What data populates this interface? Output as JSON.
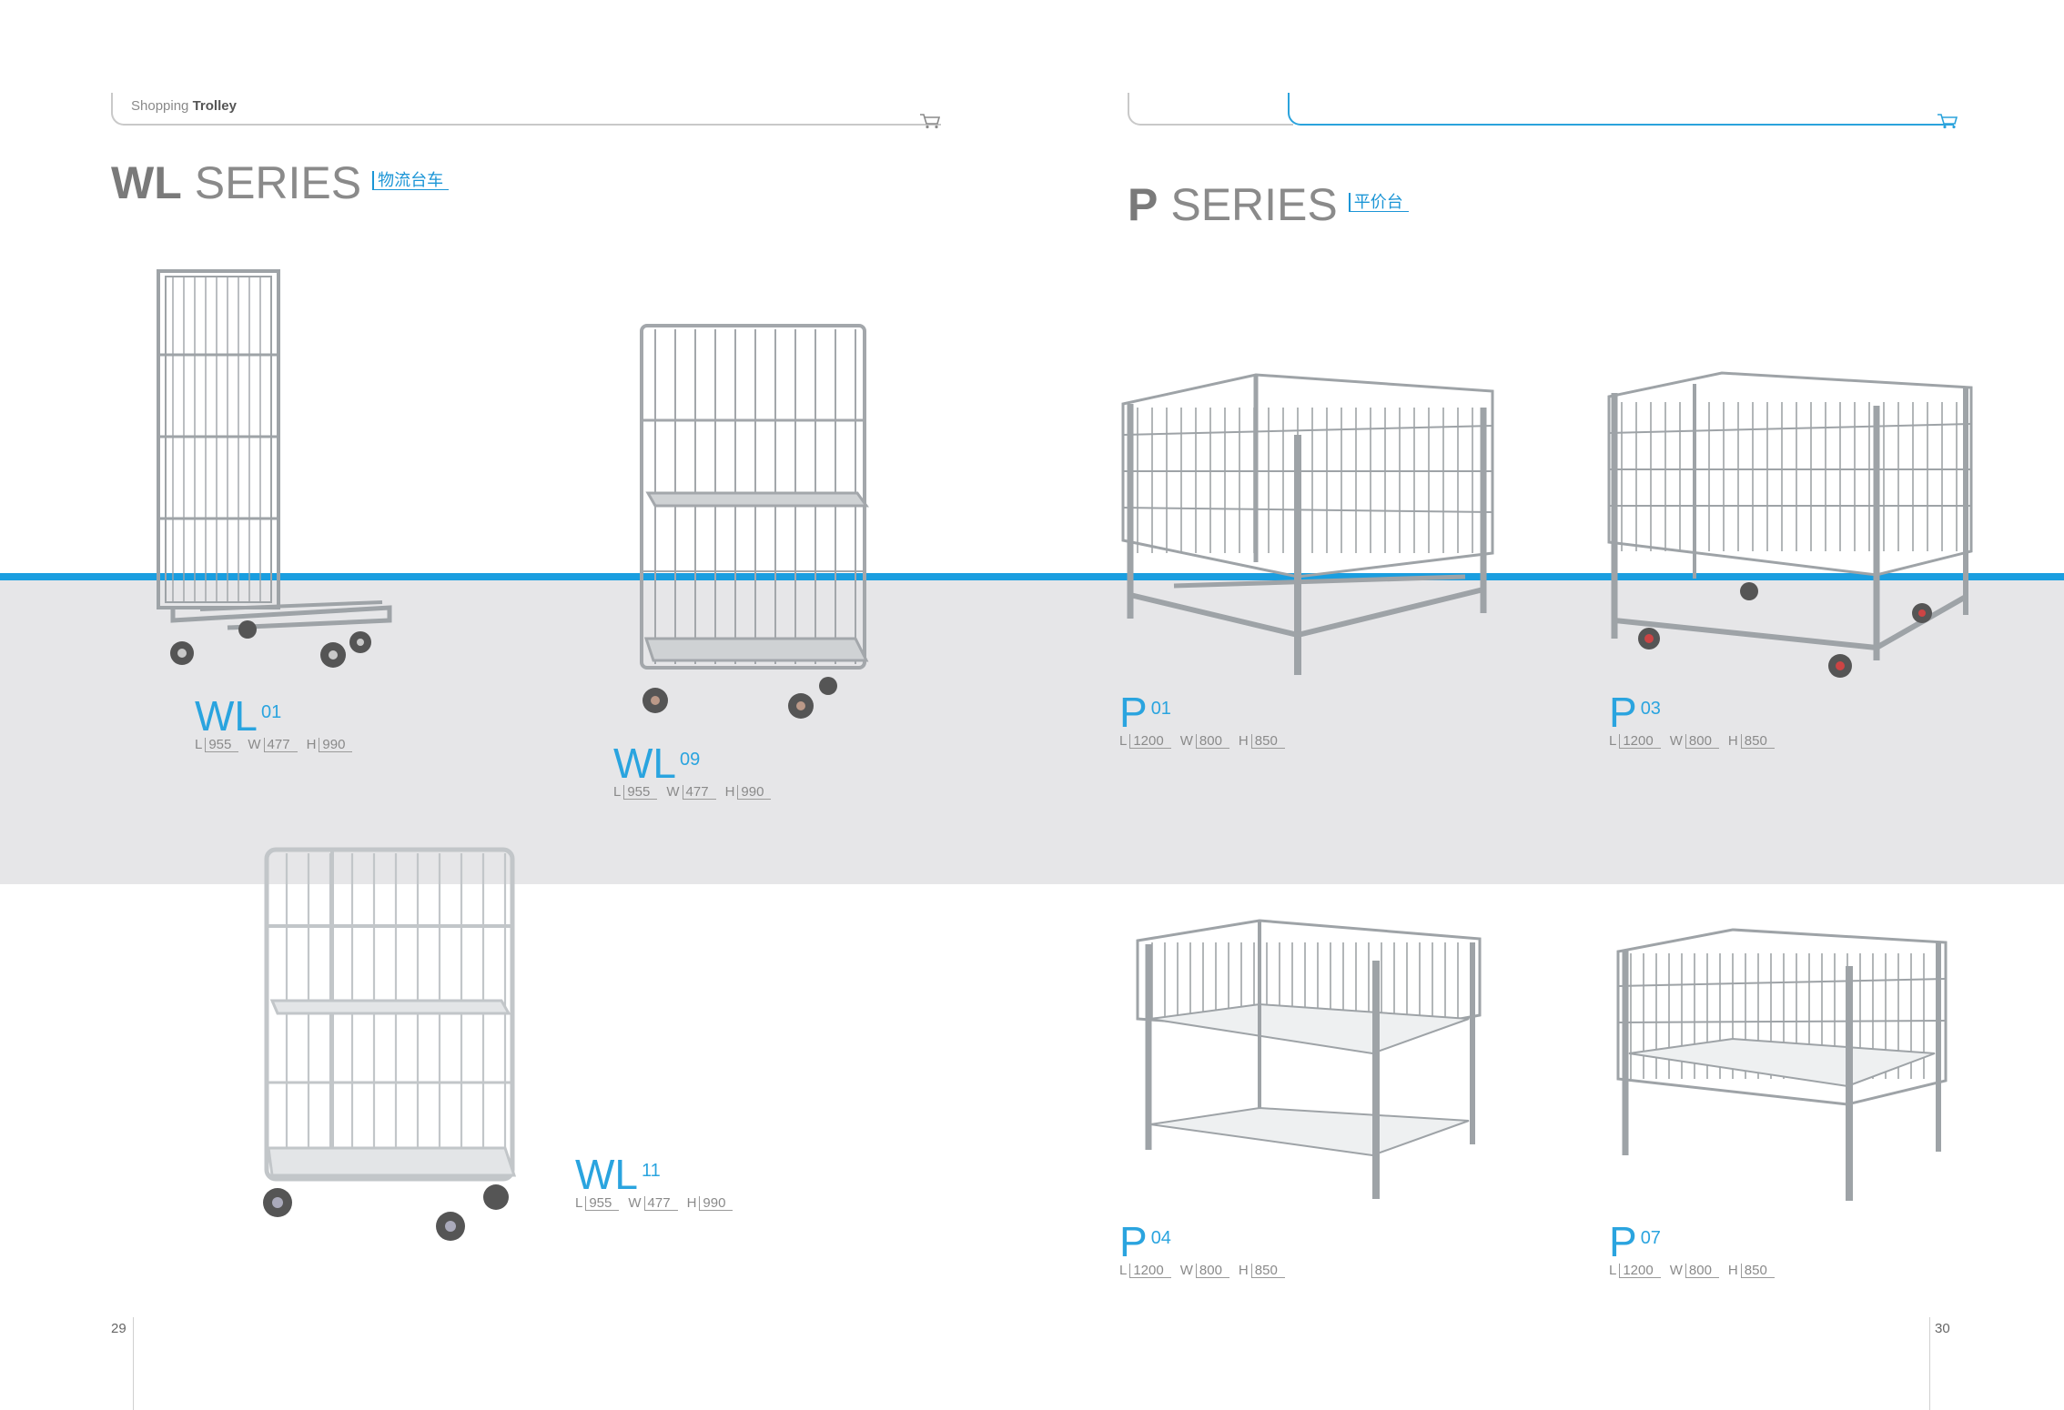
{
  "header_left": {
    "text_light": "Shopping",
    "text_bold": "Trolley"
  },
  "left_series": {
    "code": "WL",
    "word": "SERIES",
    "subtitle": "物流台车"
  },
  "right_series": {
    "code": "P",
    "word": "SERIES",
    "subtitle": "平价台"
  },
  "products": {
    "wl01": {
      "name": "WL",
      "num": "01",
      "l": "955",
      "w": "477",
      "h": "990"
    },
    "wl09": {
      "name": "WL",
      "num": "09",
      "l": "955",
      "w": "477",
      "h": "990"
    },
    "wl11": {
      "name": "WL",
      "num": "11",
      "l": "955",
      "w": "477",
      "h": "990"
    },
    "p01": {
      "name": "P",
      "num": "01",
      "l": "1200",
      "w": "800",
      "h": "850"
    },
    "p03": {
      "name": "P",
      "num": "03",
      "l": "1200",
      "w": "800",
      "h": "850"
    },
    "p04": {
      "name": "P",
      "num": "04",
      "l": "1200",
      "w": "800",
      "h": "850"
    },
    "p07": {
      "name": "P",
      "num": "07",
      "l": "1200",
      "w": "800",
      "h": "850"
    }
  },
  "dim_labels": {
    "l": "L",
    "w": "W",
    "h": "H"
  },
  "pages": {
    "left": "29",
    "right": "30"
  },
  "colors": {
    "accent": "#1a9ee0",
    "band": "#e6e6e8",
    "text_gray": "#8a8a8a"
  },
  "icons": {
    "header_icon": "shopping-cart-icon"
  }
}
